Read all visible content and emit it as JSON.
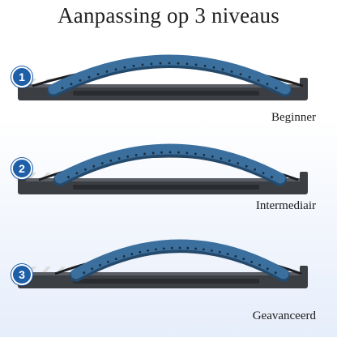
{
  "title": "Aanpassing op 3 niveaus",
  "levels": [
    {
      "number": "1",
      "label": "Beginner"
    },
    {
      "number": "2",
      "label": "Intermediair"
    },
    {
      "number": "3",
      "label": "Geavanceerd"
    }
  ],
  "colors": {
    "badge": "#1f5fa8",
    "pad": "#3a6f9e",
    "base": "#3b3e43",
    "rail": "#1c1d20"
  }
}
